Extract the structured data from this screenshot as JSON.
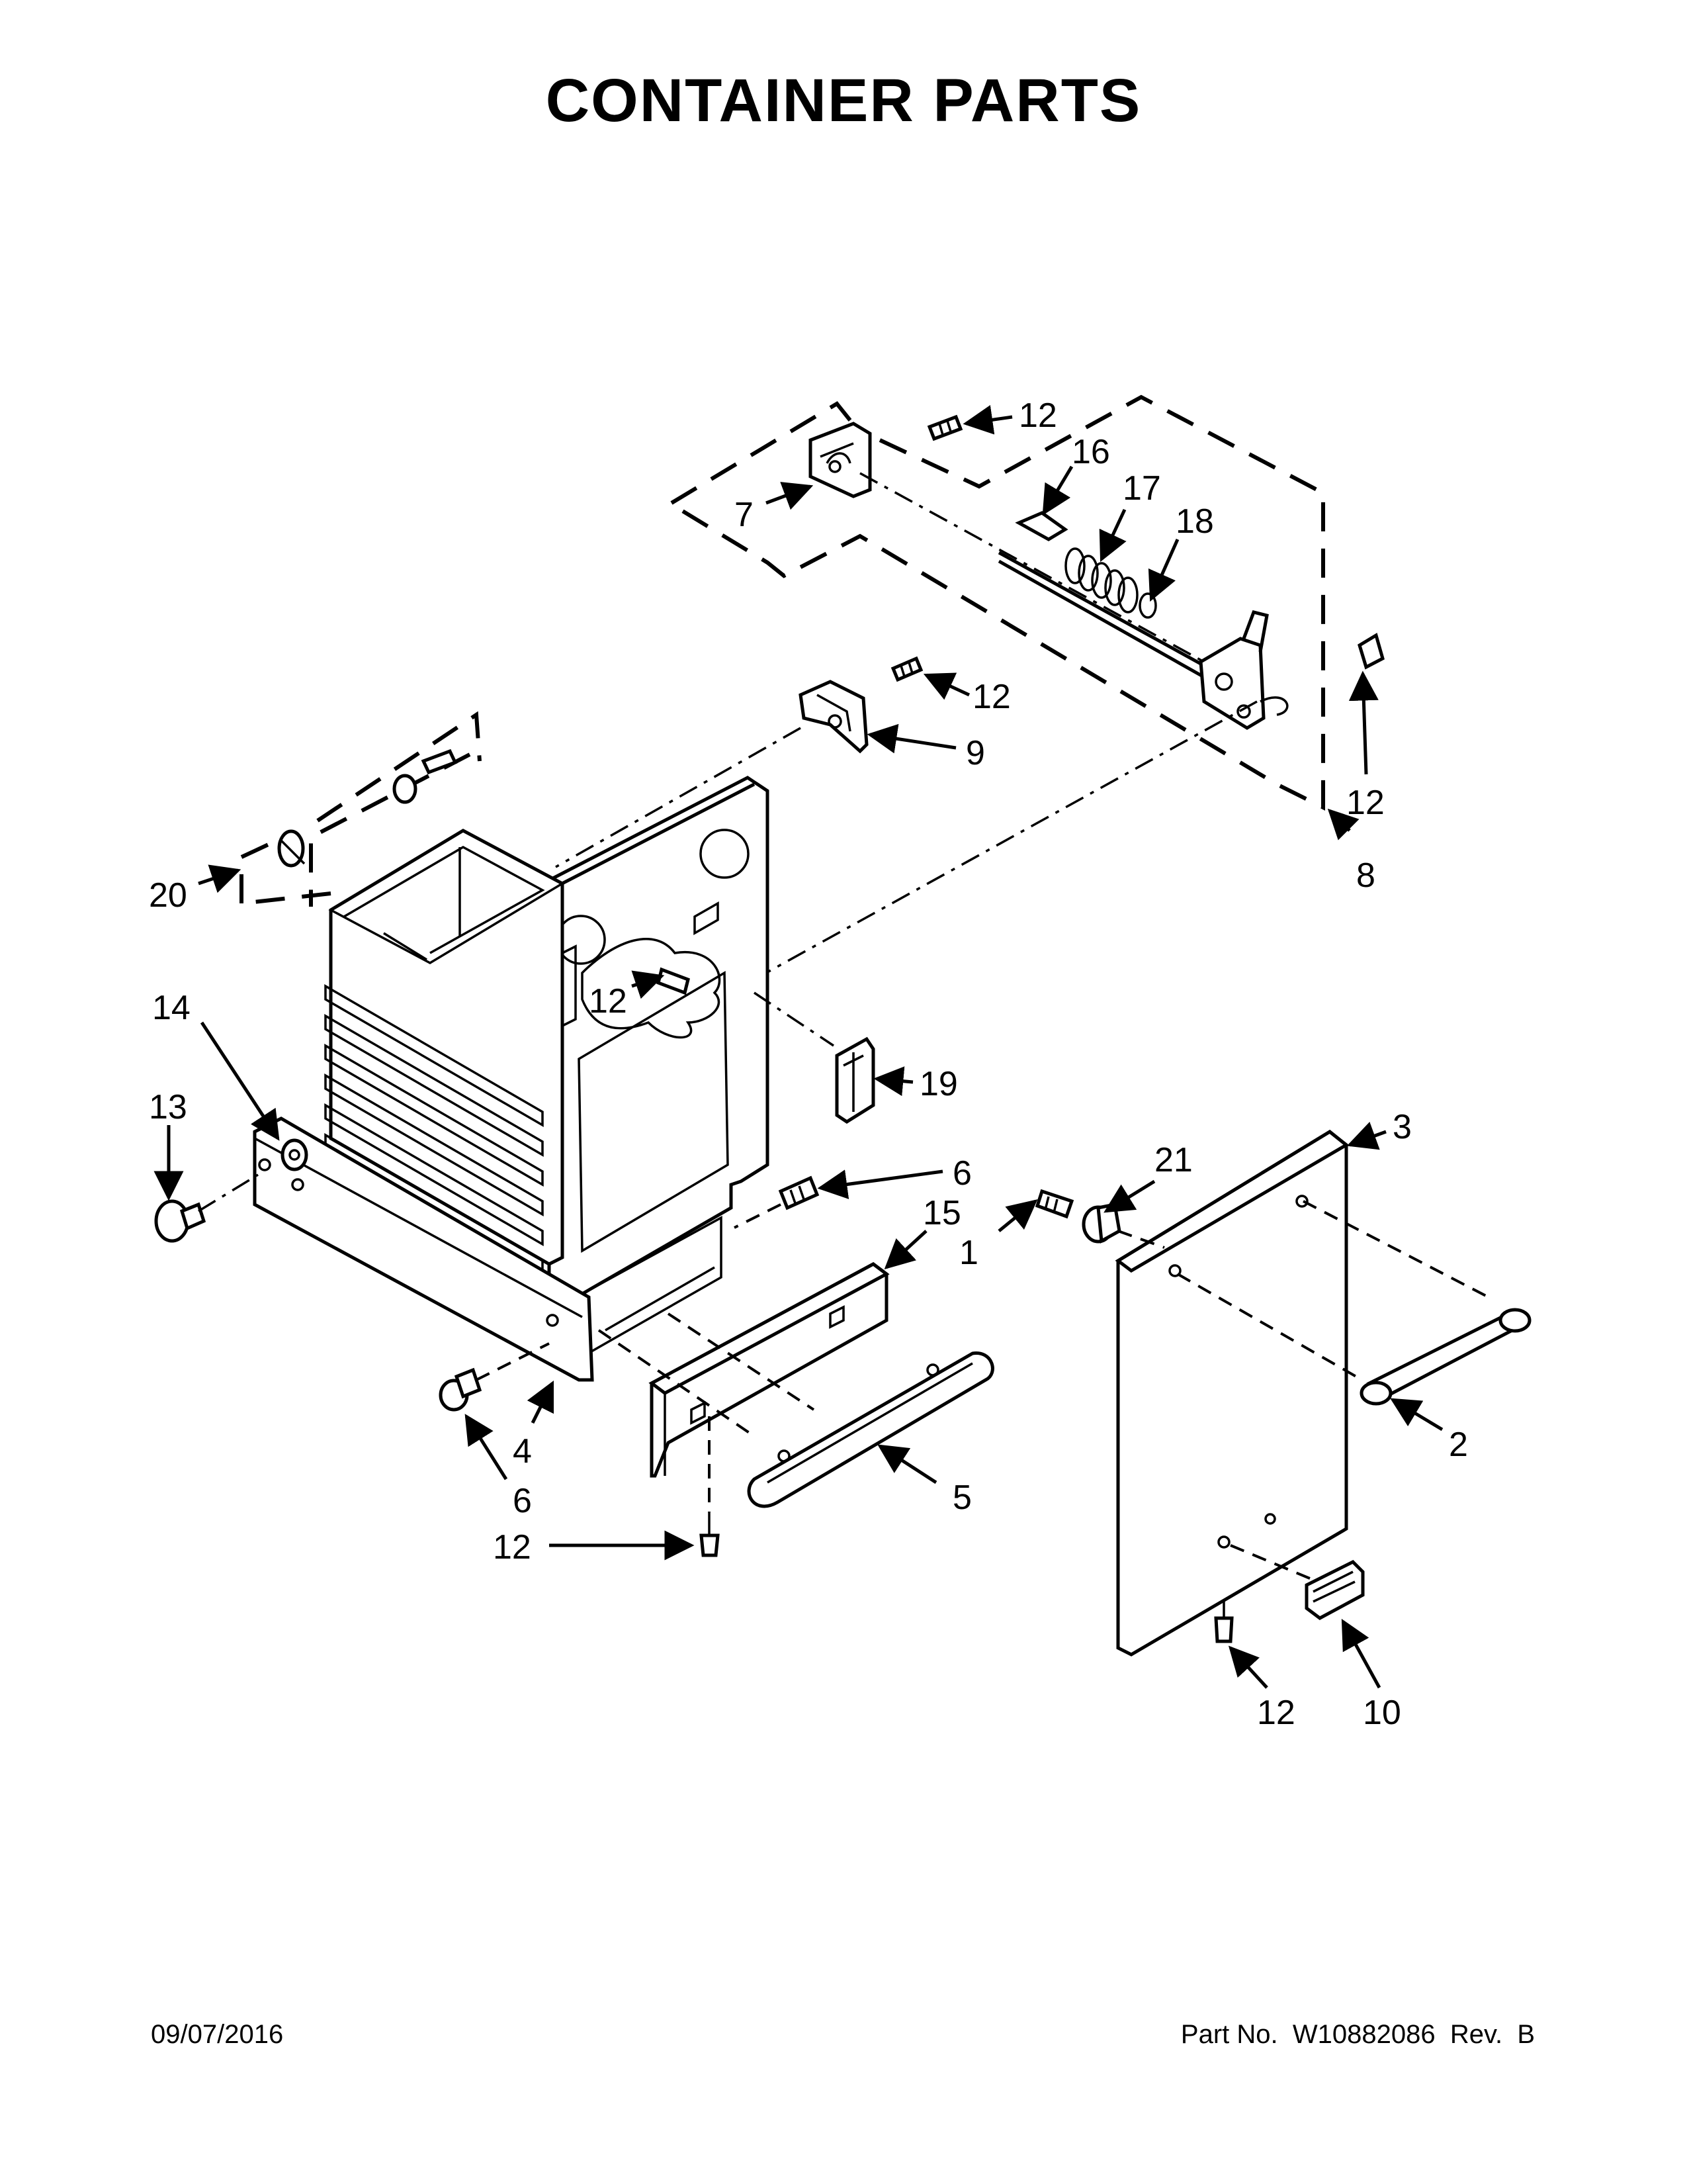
{
  "title": "CONTAINER PARTS",
  "footer": {
    "date": "09/07/2016",
    "part_no": "Part No.  W10882086  Rev.  B"
  },
  "callouts": {
    "c12a": "12",
    "c7": "7",
    "c16": "16",
    "c17": "17",
    "c18": "18",
    "c12b": "12",
    "c9": "9",
    "c12c": "12",
    "c8": "8",
    "c20": "20",
    "c12d": "12",
    "c14": "14",
    "c13": "13",
    "c19": "19",
    "c3": "3",
    "c21": "21",
    "c6a": "6",
    "c15": "15",
    "c1": "1",
    "c2": "2",
    "c4": "4",
    "c6b": "6",
    "c5": "5",
    "c12e": "12",
    "c12f": "12",
    "c10": "10"
  }
}
